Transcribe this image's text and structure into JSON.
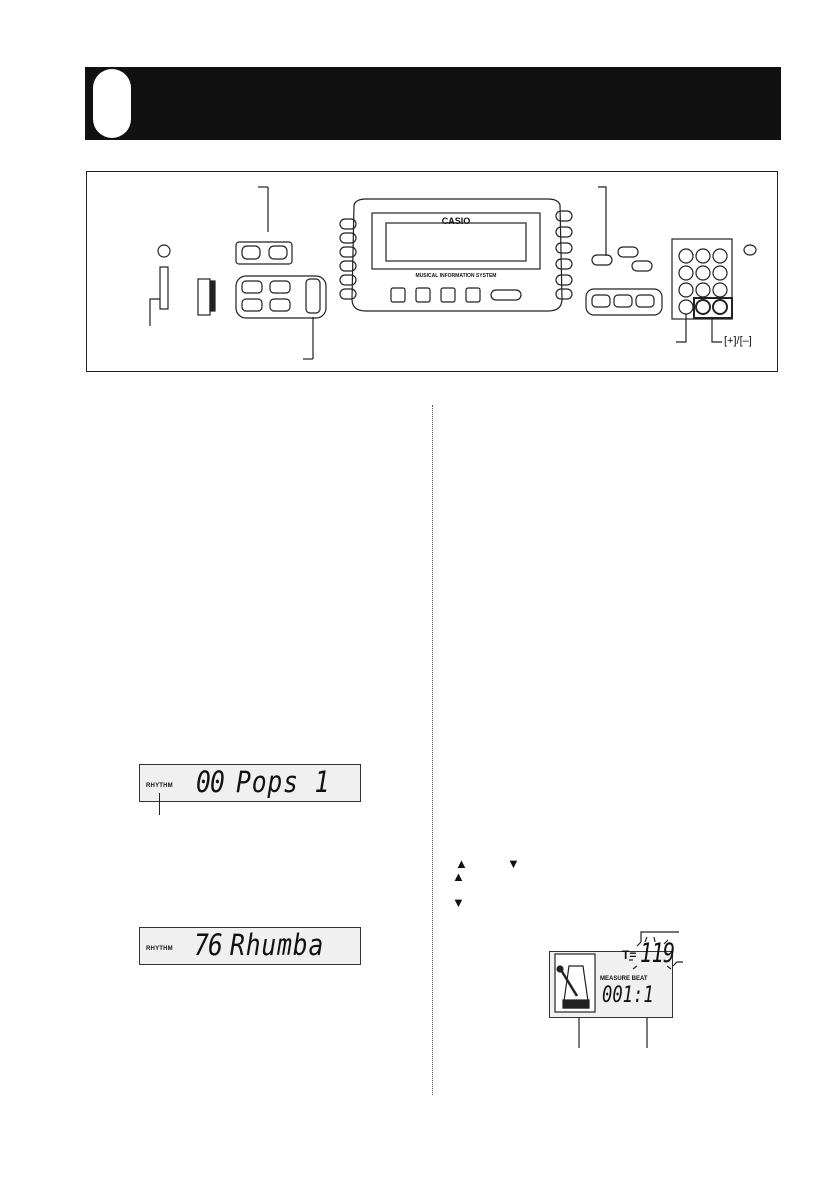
{
  "panel": {
    "brand": "CASIO",
    "system_label": "MUSICAL INFORMATION SYSTEM",
    "plus_minus_label": "[+]/[–]"
  },
  "displays": {
    "rhythm_1": {
      "tag": "RHYTHM",
      "number": "00",
      "name": "Pops 1"
    },
    "rhythm_2": {
      "tag": "RHYTHM",
      "number": "76",
      "name": "Rhumba"
    },
    "metronome": {
      "tempo_prefix": "T=",
      "tempo": "119",
      "measure_beat_label": "MEASURE BEAT",
      "measure": "001",
      "beat": "1"
    }
  },
  "icons": [
    "up-triangle-icon",
    "down-triangle-icon",
    "metronome-icon"
  ]
}
